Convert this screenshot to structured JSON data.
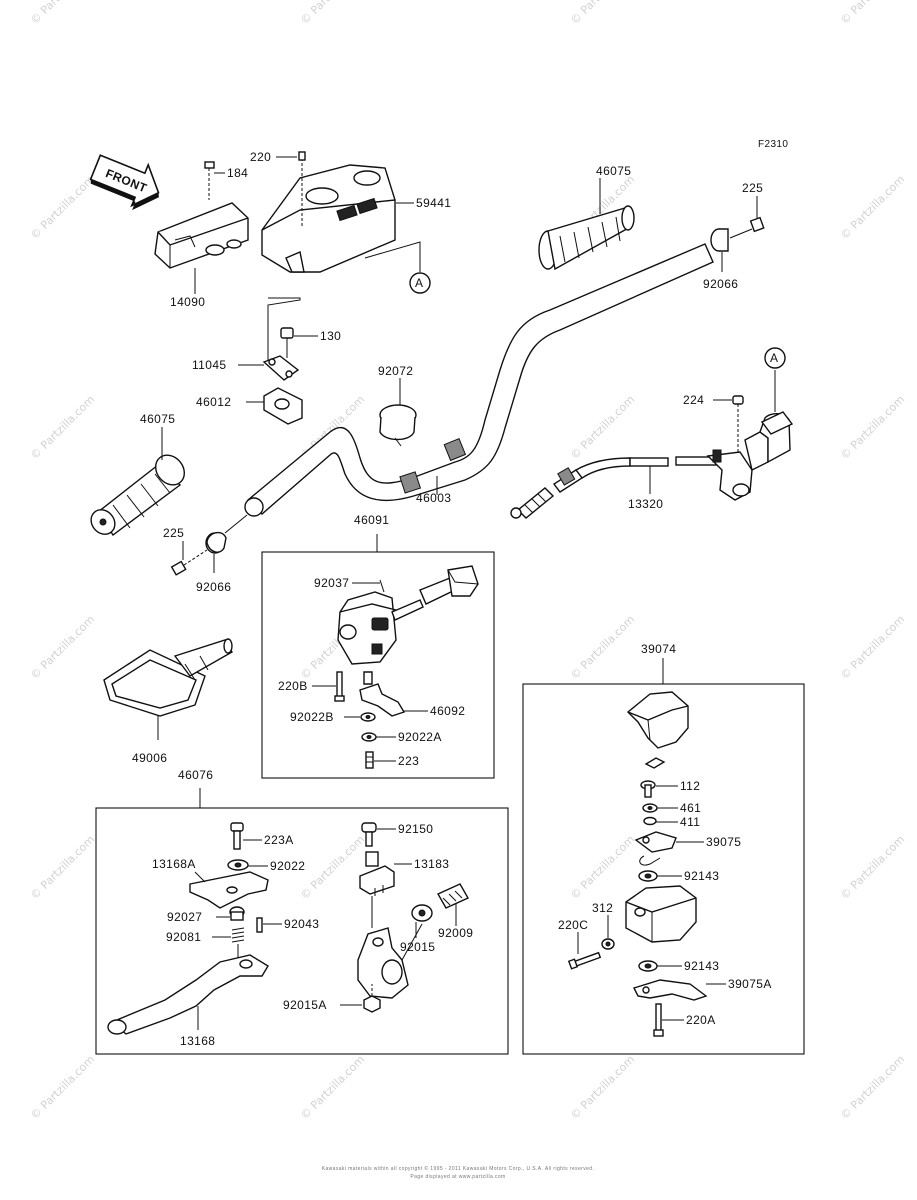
{
  "diagram_code": "F2310",
  "front_arrow_text": "FRONT",
  "ref_marker": "A",
  "labels": {
    "p184": "184",
    "p220": "220",
    "p59441": "59441",
    "p14090": "14090",
    "p130": "130",
    "p11045": "11045",
    "p46012": "46012",
    "p46075a": "46075",
    "p46075b": "46075",
    "p225a": "225",
    "p92066a": "92066",
    "p225b": "225",
    "p92066b": "92066",
    "p92072": "92072",
    "p46003": "46003",
    "p224": "224",
    "p13320": "13320",
    "p46091": "46091",
    "p92037": "92037",
    "p220B": "220B",
    "p92022B": "92022B",
    "p46092": "46092",
    "p92022A": "92022A",
    "p223": "223",
    "p49006": "49006",
    "p46076": "46076",
    "p223A": "223A",
    "p13168A": "13168A",
    "p92022": "92022",
    "p92027": "92027",
    "p92043": "92043",
    "p92081": "92081",
    "p13168": "13168",
    "p92150": "92150",
    "p13183": "13183",
    "p92009": "92009",
    "p92015": "92015",
    "p92015A": "92015A",
    "p39074": "39074",
    "p112": "112",
    "p461": "461",
    "p411": "411",
    "p39075": "39075",
    "p92143a": "92143",
    "p312": "312",
    "p220C": "220C",
    "p92143b": "92143",
    "p39075A": "39075A",
    "p220A": "220A"
  },
  "watermark": "© Partzilla.com",
  "footer_line1": "Kawasaki materials within all copyright © 1995 - 2011 Kawasaki Motors Corp., U.S.A. All rights reserved.",
  "footer_line2": "Page displayed at www.partzilla.com"
}
